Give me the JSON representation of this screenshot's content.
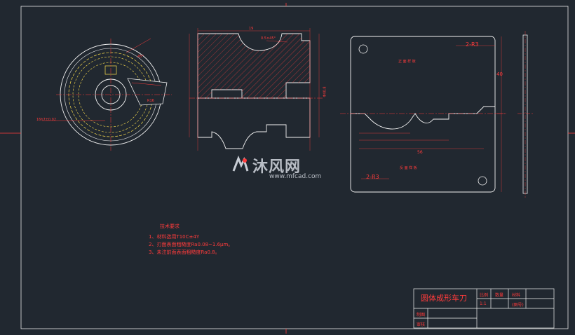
{
  "drawing": {
    "tech_requirements_title": "技术要求",
    "tech_requirements": [
      "1、材料选用T10C±4Y",
      "2、刃面表面粗糙度Ra0.08~1.6μm。",
      "3、未注前面表面粗糙度Ra0.8。"
    ],
    "title_block": {
      "title": "圆体成形车刀",
      "cell_scale_label": "比例",
      "cell_qty_label": "数量",
      "cell_material_label": "材料",
      "cell_scale_value": "1:1",
      "cell_drawing_no": "(图号)",
      "cell_drawn_by": "制图",
      "cell_checked_by": "审核"
    },
    "template_labels": {
      "top_note": "2-R3",
      "bottom_note": "2-R3",
      "top_caption": "正 面 样 板",
      "bottom_caption": "反 面 样 板",
      "dim_40": "40",
      "dim_56": "56"
    },
    "dims_left": {
      "d1": "16h7±0.02",
      "d2": "45°",
      "d3": "R16"
    },
    "dims_mid": {
      "chamfer": "0.5×45°",
      "len_total": "19",
      "dia_main": "Φ40.8"
    }
  },
  "watermark": {
    "brand": "沐风网",
    "url": "www.mfcad.com"
  },
  "colors": {
    "background": "#212830",
    "frame": "#e8e8e8",
    "dimension": "#ff3b3b",
    "outline": "#f2f2f2",
    "hatch": "#ff3b3b",
    "centerline": "#ffe14d",
    "hidden": "#ffe14d"
  }
}
